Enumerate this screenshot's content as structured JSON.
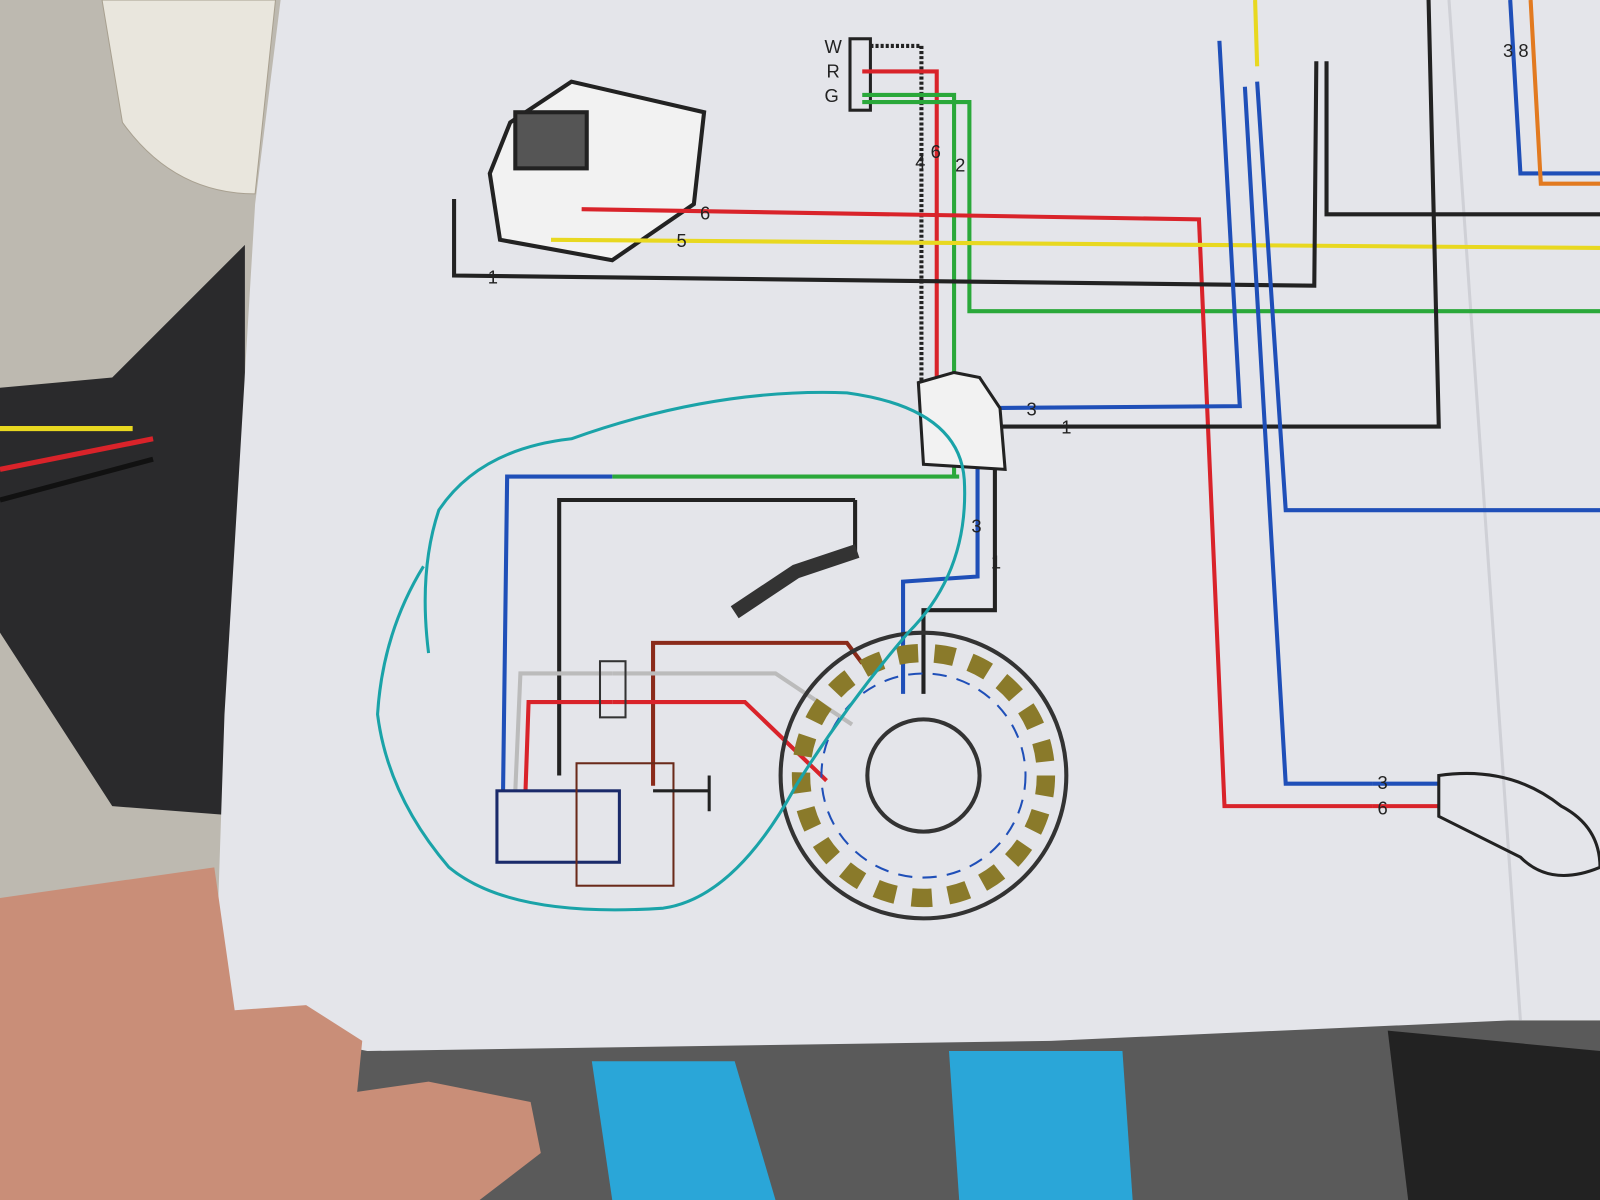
{
  "connector_labels": {
    "w": "W",
    "r": "R",
    "g": "G"
  },
  "wire_numbers": {
    "n4": "4",
    "n6_top": "6",
    "n2": "2",
    "n6_lamp": "6",
    "n5_lamp": "5",
    "n1_lamp": "1",
    "n3_junction": "3",
    "n1_junction": "1",
    "n3_down": "3",
    "n1_down": "1",
    "n3_right": "3",
    "n6_right": "6",
    "n38": "3 8"
  },
  "colors": {
    "paper": "#e4e5ea",
    "red": "#d9232a",
    "yellow": "#e8d820",
    "green": "#2aa83a",
    "blue": "#1f4fb8",
    "black": "#1a1a1a",
    "brown": "#8a2a1a",
    "orange": "#e27a20",
    "marker": "#1aa3a8",
    "floor": "#b9b6ac",
    "skin": "#c98e78"
  }
}
